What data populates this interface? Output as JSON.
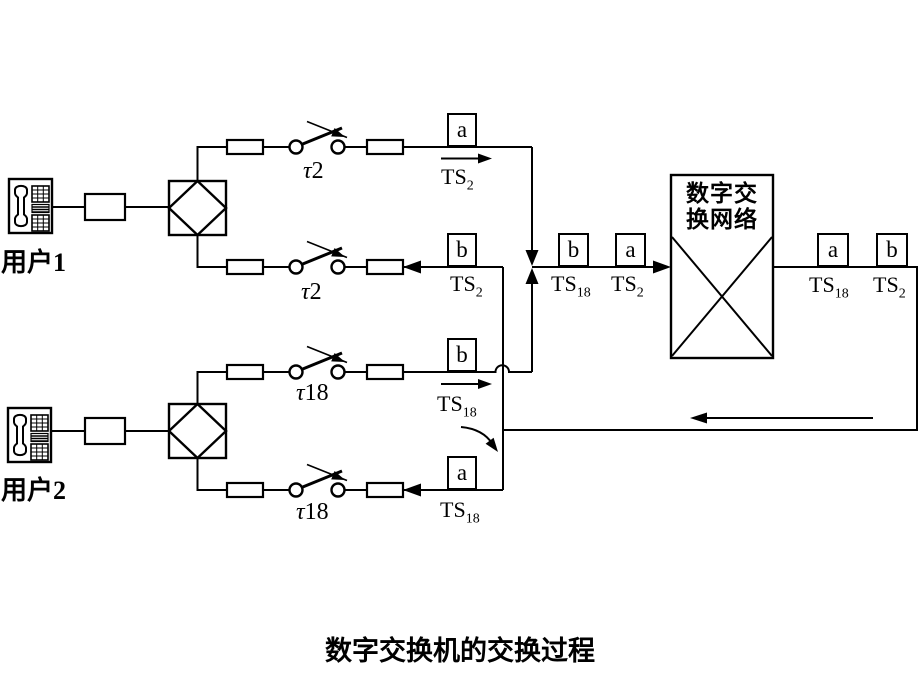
{
  "caption": "数字交换机的交换过程",
  "user1": {
    "label": "用户1"
  },
  "user2": {
    "label": "用户2"
  },
  "network": {
    "title": [
      "数字交",
      "换网络"
    ]
  },
  "branch1": {
    "tau_sym": "τ",
    "tau_num": "2",
    "slot": "a",
    "ts": "TS",
    "ts_sub": "2"
  },
  "branch2": {
    "tau_sym": "τ",
    "tau_num": "2",
    "slot": "b",
    "ts": "TS",
    "ts_sub": "2"
  },
  "branch3": {
    "tau_sym": "τ",
    "tau_num": "18",
    "slot": "b",
    "ts": "TS",
    "ts_sub": "18"
  },
  "branch4": {
    "tau_sym": "τ",
    "tau_num": "18",
    "slot": "a",
    "ts": "TS",
    "ts_sub": "18"
  },
  "bus_to_network": {
    "slot1": {
      "letter": "b",
      "ts": "TS",
      "ts_sub": "18"
    },
    "slot2": {
      "letter": "a",
      "ts": "TS",
      "ts_sub": "2"
    }
  },
  "from_network": {
    "slot1": {
      "letter": "a",
      "ts": "TS",
      "ts_sub": "18"
    },
    "slot2": {
      "letter": "b",
      "ts": "TS",
      "ts_sub": "2"
    }
  },
  "icons": {
    "telephone": "telephone-icon",
    "hybrid": "hybrid-2w4w-icon",
    "switch": "sampling-switch-icon",
    "network_cross": "crossbar-x-icon"
  },
  "colors": {
    "line": "#000000",
    "background": "#ffffff"
  }
}
